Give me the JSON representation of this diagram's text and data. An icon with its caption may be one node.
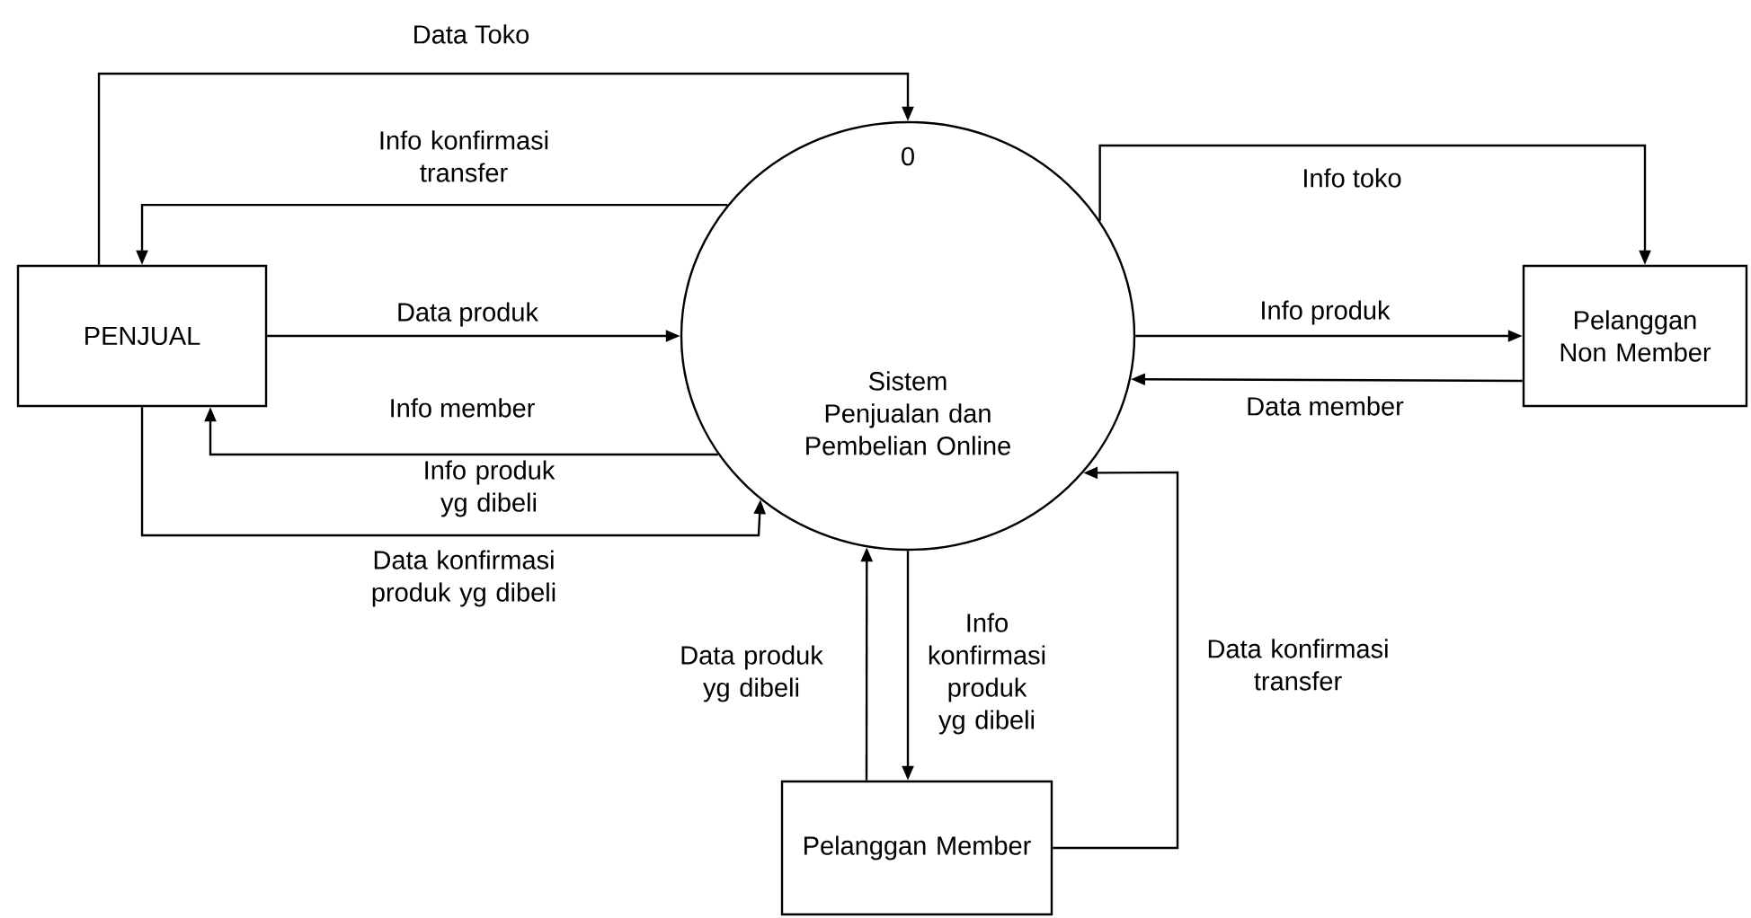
{
  "diagram": {
    "nodes": [
      {
        "text": [
          "PENJUAL"
        ]
      },
      {
        "text": [
          "0",
          "Sistem Penjualan dan Pembelian Online"
        ]
      },
      {
        "text": [
          "Pelanggan Non Member"
        ]
      },
      {
        "text": [
          "Pelanggan Member"
        ]
      }
    ],
    "edges": [
      {
        "from": 0,
        "to": 1,
        "arrow": "to",
        "label": "Data Toko"
      },
      {
        "from": 1,
        "to": 0,
        "arrow": "to",
        "label": "Info konfirmasi transfer"
      },
      {
        "from": 0,
        "to": 1,
        "arrow": "to",
        "label": "Data produk"
      },
      {
        "from": 1,
        "to": 0,
        "arrow": "to",
        "label": "Info member"
      },
      {
        "from": 0,
        "to": 1,
        "arrow": "to",
        "label": "Data konfirmasi produk yg dibeli"
      },
      {
        "from": 1,
        "to": 2,
        "arrow": "to",
        "label": "Info toko"
      },
      {
        "from": 1,
        "to": 2,
        "arrow": "to",
        "label": "Info produk"
      },
      {
        "from": 2,
        "to": 1,
        "arrow": "to",
        "label": "Data member"
      },
      {
        "from": 3,
        "to": 1,
        "arrow": "to",
        "label": "Data produk yg dibeli"
      },
      {
        "from": 1,
        "to": 3,
        "arrow": "to",
        "label": "Info konfirmasi produk yg dibeli"
      },
      {
        "from": 3,
        "to": 1,
        "arrow": "to",
        "label": "Data konfirmasi transfer"
      }
    ],
    "labels": [
      "Info produk yg dibeli"
    ]
  }
}
